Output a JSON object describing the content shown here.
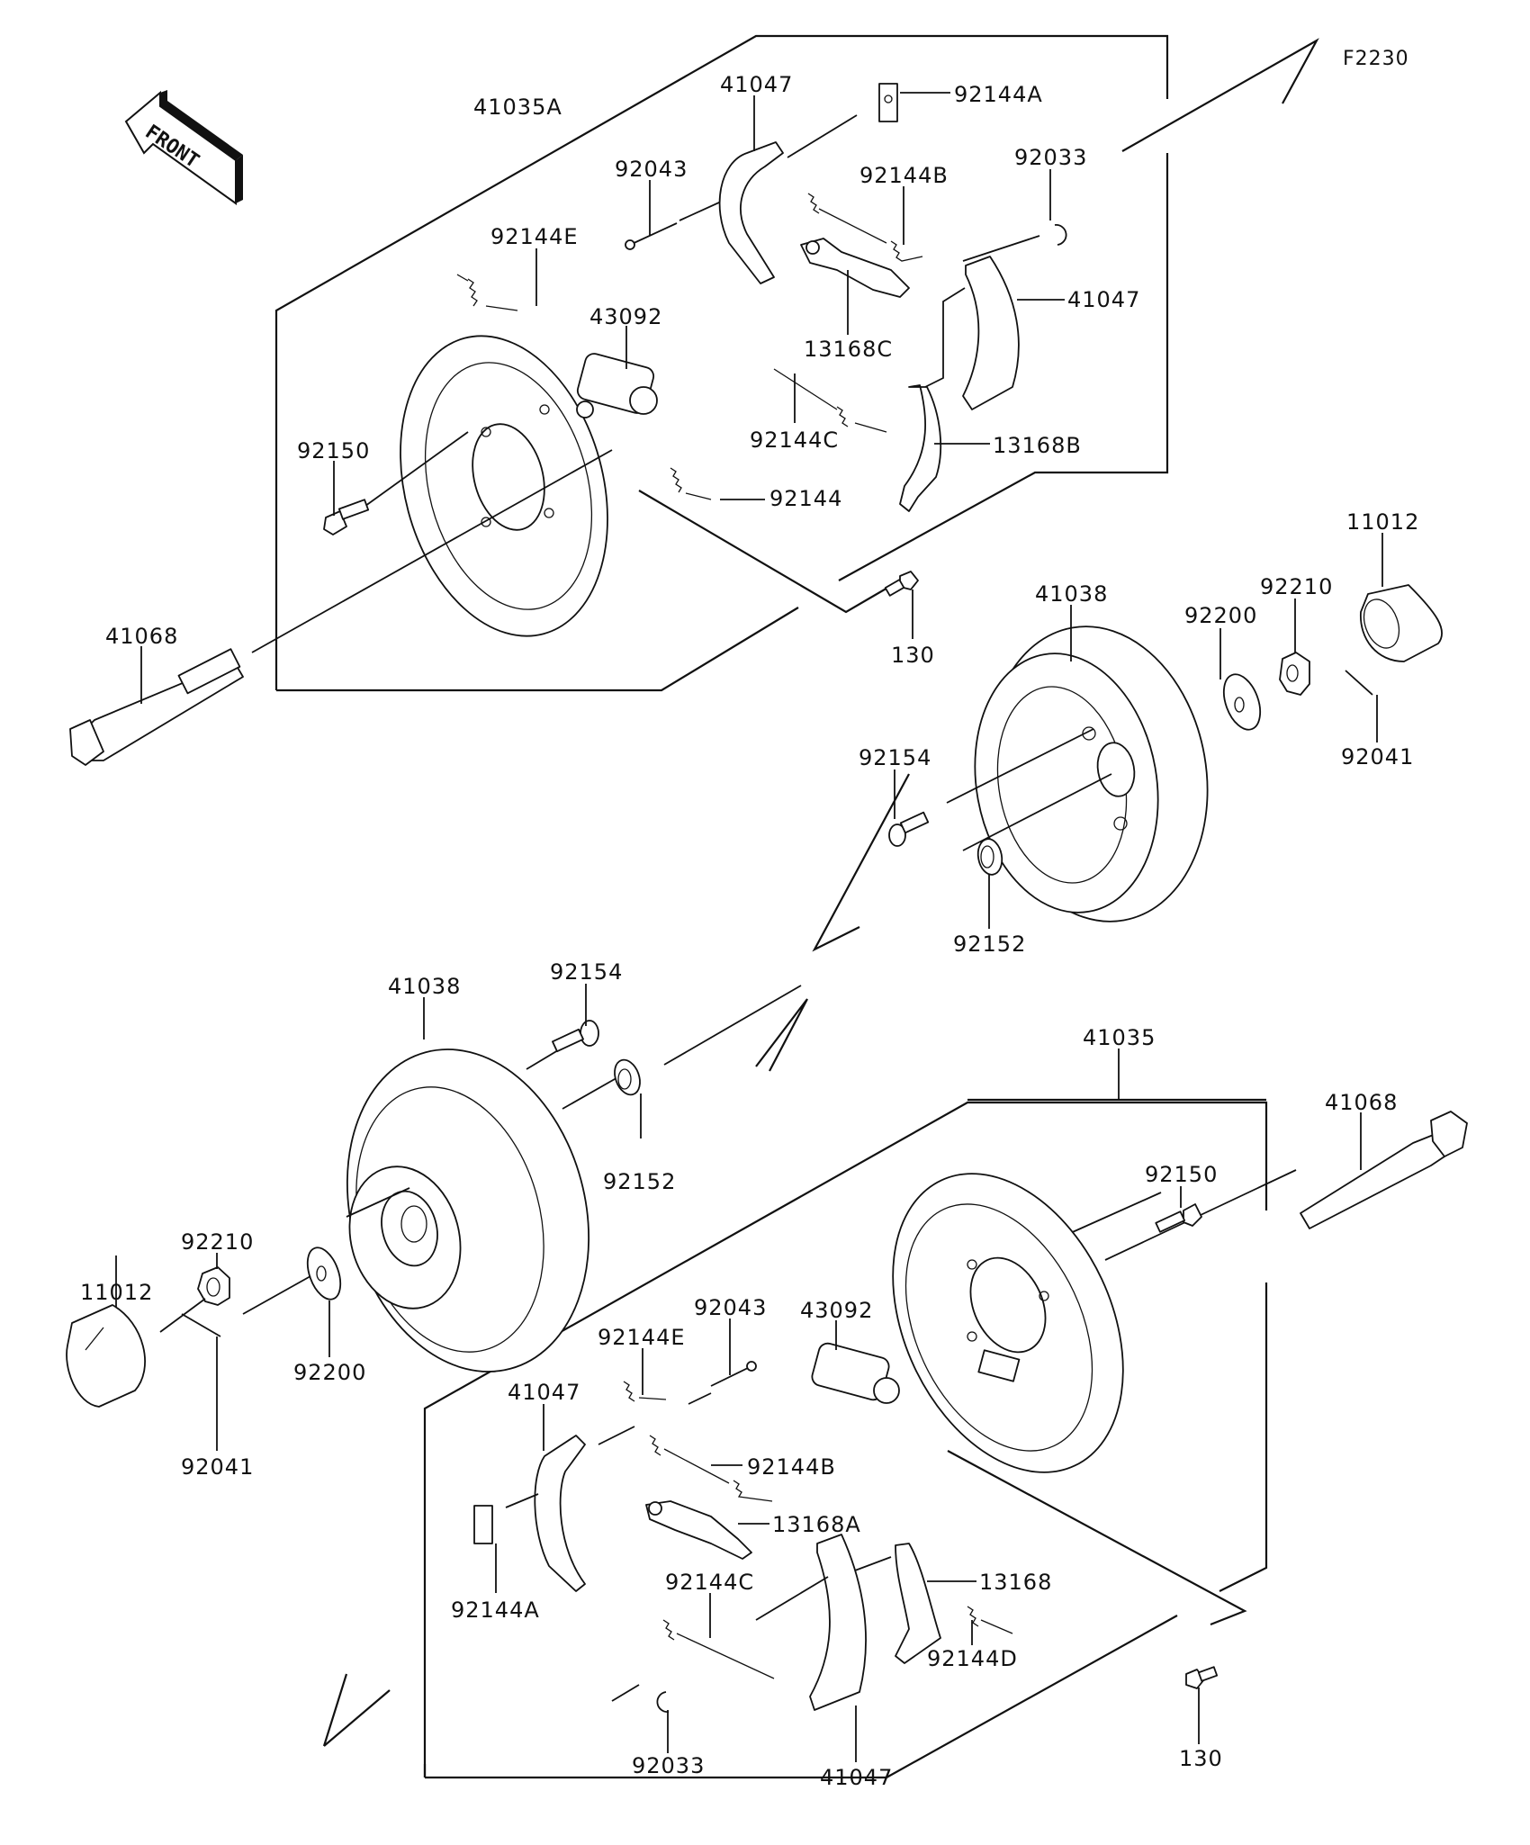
{
  "diagram": {
    "figure_id": "F2230",
    "front_indicator": "FRONT",
    "upper_assembly": {
      "labels": {
        "brake_panel": "41035A",
        "shoe_left": "41047",
        "clip_a": "92144A",
        "pin": "92043",
        "spring_b": "92144B",
        "circlip": "92033",
        "spring_e": "92144E",
        "shoe_right": "41047",
        "wheel_cylinder": "43092",
        "lever_c": "13168C",
        "spring_c": "92144C",
        "lever_b": "13168B",
        "bolt_panel": "92150",
        "spring": "92144",
        "cap": "11012",
        "drum": "41038",
        "nut": "92210",
        "washer": "92200",
        "axle": "41068",
        "bolt_130": "130",
        "bolt_drum": "92154",
        "cotter_pin": "92041",
        "seal": "92152"
      }
    },
    "lower_assembly": {
      "labels": {
        "bolt_drum": "92154",
        "drum": "41038",
        "brake_panel": "41035",
        "axle": "41068",
        "seal": "92152",
        "bolt_panel": "92150",
        "nut": "92210",
        "cap": "11012",
        "pin": "92043",
        "wheel_cylinder": "43092",
        "spring_e": "92144E",
        "washer": "92200",
        "shoe_left": "41047",
        "spring_b": "92144B",
        "cotter_pin": "92041",
        "lever_a": "13168A",
        "spring_c": "92144C",
        "lever": "13168",
        "clip_a": "92144A",
        "spring_d": "92144D",
        "circlip": "92033",
        "shoe_bottom": "41047",
        "bolt_130": "130"
      }
    }
  }
}
